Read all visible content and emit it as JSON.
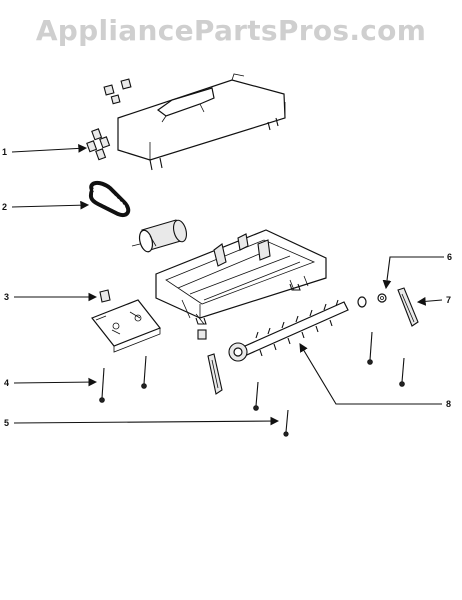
{
  "watermark": "AppliancePartsPros.com",
  "callouts": [
    {
      "id": "1",
      "label": "1"
    },
    {
      "id": "2",
      "label": "2"
    },
    {
      "id": "3",
      "label": "3"
    },
    {
      "id": "4",
      "label": "4"
    },
    {
      "id": "5",
      "label": "5"
    },
    {
      "id": "6",
      "label": "6"
    },
    {
      "id": "7",
      "label": "7"
    },
    {
      "id": "8",
      "label": "8"
    }
  ]
}
